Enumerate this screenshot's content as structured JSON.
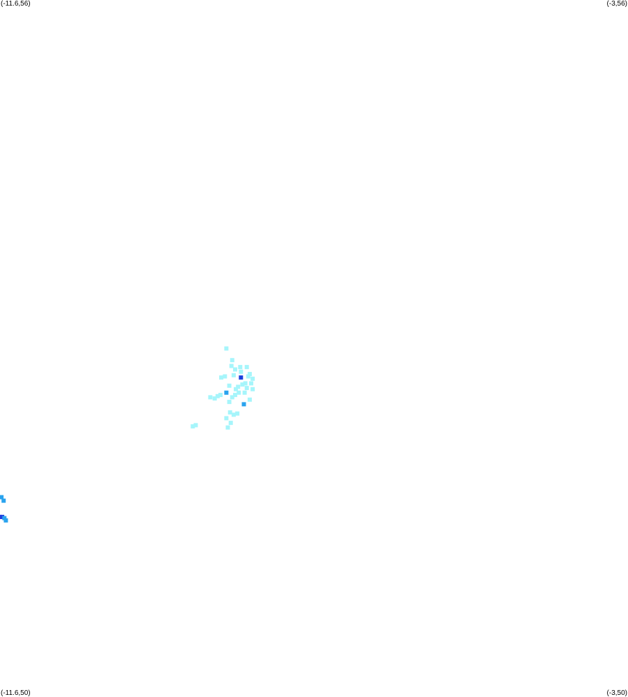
{
  "map": {
    "corners": {
      "top_left": "(-11.6,56)",
      "top_right": "(-3,56)",
      "bottom_left": "(-11.6,50)",
      "bottom_right": "(-3,50)"
    },
    "extent": {
      "lon_min": -11.6,
      "lon_max": -3,
      "lat_min": 50,
      "lat_max": 56
    },
    "colors": {
      "background": "#ffffff",
      "low": "#a6f5fb",
      "medium": "#2aa3ee",
      "high": "#1e40dd",
      "highest": "#3b2cf0"
    },
    "points": [
      {
        "lon": -8.5,
        "lat": 53.0,
        "level": "low"
      },
      {
        "lon": -8.42,
        "lat": 52.9,
        "level": "low"
      },
      {
        "lon": -8.43,
        "lat": 52.85,
        "level": "low"
      },
      {
        "lon": -8.38,
        "lat": 52.82,
        "level": "low"
      },
      {
        "lon": -8.3,
        "lat": 52.8,
        "level": "low"
      },
      {
        "lon": -8.22,
        "lat": 52.84,
        "level": "low"
      },
      {
        "lon": -8.31,
        "lat": 52.84,
        "level": "low"
      },
      {
        "lon": -8.3,
        "lat": 52.75,
        "level": "high"
      },
      {
        "lon": -8.4,
        "lat": 52.77,
        "level": "low"
      },
      {
        "lon": -8.52,
        "lat": 52.76,
        "level": "low"
      },
      {
        "lon": -8.57,
        "lat": 52.75,
        "level": "low"
      },
      {
        "lon": -8.2,
        "lat": 52.76,
        "level": "low"
      },
      {
        "lon": -8.18,
        "lat": 52.78,
        "level": "low"
      },
      {
        "lon": -8.14,
        "lat": 52.74,
        "level": "low"
      },
      {
        "lon": -8.16,
        "lat": 52.7,
        "level": "low"
      },
      {
        "lon": -8.28,
        "lat": 52.69,
        "level": "low"
      },
      {
        "lon": -8.24,
        "lat": 52.7,
        "level": "low"
      },
      {
        "lon": -8.22,
        "lat": 52.66,
        "level": "low"
      },
      {
        "lon": -8.14,
        "lat": 52.65,
        "level": "low"
      },
      {
        "lon": -8.34,
        "lat": 52.67,
        "level": "low"
      },
      {
        "lon": -8.37,
        "lat": 52.65,
        "level": "low"
      },
      {
        "lon": -8.46,
        "lat": 52.68,
        "level": "low"
      },
      {
        "lon": -8.5,
        "lat": 52.62,
        "level": "medium"
      },
      {
        "lon": -8.38,
        "lat": 52.6,
        "level": "low"
      },
      {
        "lon": -8.42,
        "lat": 52.58,
        "level": "low"
      },
      {
        "lon": -8.46,
        "lat": 52.54,
        "level": "low"
      },
      {
        "lon": -8.33,
        "lat": 52.62,
        "level": "low"
      },
      {
        "lon": -8.25,
        "lat": 52.62,
        "level": "low"
      },
      {
        "lon": -8.18,
        "lat": 52.56,
        "level": "low"
      },
      {
        "lon": -8.26,
        "lat": 52.52,
        "level": "medium"
      },
      {
        "lon": -8.58,
        "lat": 52.6,
        "level": "low"
      },
      {
        "lon": -8.62,
        "lat": 52.59,
        "level": "low"
      },
      {
        "lon": -8.66,
        "lat": 52.57,
        "level": "low"
      },
      {
        "lon": -8.72,
        "lat": 52.58,
        "level": "low"
      },
      {
        "lon": -8.45,
        "lat": 52.45,
        "level": "low"
      },
      {
        "lon": -8.4,
        "lat": 52.43,
        "level": "low"
      },
      {
        "lon": -8.35,
        "lat": 52.44,
        "level": "low"
      },
      {
        "lon": -8.5,
        "lat": 52.4,
        "level": "low"
      },
      {
        "lon": -8.44,
        "lat": 52.36,
        "level": "low"
      },
      {
        "lon": -8.48,
        "lat": 52.32,
        "level": "low"
      },
      {
        "lon": -8.92,
        "lat": 52.34,
        "level": "low"
      },
      {
        "lon": -8.96,
        "lat": 52.33,
        "level": "low"
      },
      {
        "lon": -11.58,
        "lat": 51.72,
        "level": "medium"
      },
      {
        "lon": -11.55,
        "lat": 51.69,
        "level": "medium"
      },
      {
        "lon": -11.6,
        "lat": 51.55,
        "level": "highest"
      },
      {
        "lon": -11.57,
        "lat": 51.55,
        "level": "high"
      },
      {
        "lon": -11.54,
        "lat": 51.54,
        "level": "medium"
      },
      {
        "lon": -11.52,
        "lat": 51.52,
        "level": "medium"
      }
    ]
  }
}
